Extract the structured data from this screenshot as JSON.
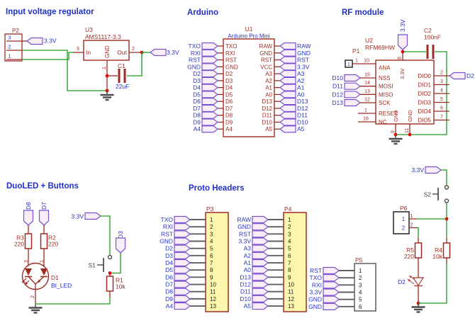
{
  "colors": {
    "title_blue": "#2030c8",
    "net_label_blue": "#2633c9",
    "symbol_maroon": "#9e2b23",
    "pin_text_maroon": "#9e2b23",
    "wire_green": "#1d9b1d",
    "junction_red": "#e00c0c",
    "flag_fill": "#f8eef7",
    "flag_stroke": "#7a52cf",
    "header_fill": "#fdf7ad",
    "gray_line": "#5f5f5f",
    "ground_gray": "#4c4c4c",
    "black_text": "#1c1c1c",
    "switch_dark": "#3d3d3d",
    "led2_red": "#b35148"
  },
  "titles": {
    "regulator": "Input voltage regulator",
    "arduino": "Arduino",
    "rf": "RF module",
    "duoled": "DuoLED + Buttons",
    "proto": "Proto Headers"
  },
  "regulator": {
    "connector": {
      "ref": "P2",
      "pin_numbers": [
        "3",
        "2",
        "1"
      ]
    },
    "flag_p2": "3.3V",
    "ic": {
      "ref": "U3",
      "value": "AMS1117-3.3",
      "pin_in": "In",
      "num_in": "3",
      "pin_gnd": "GND",
      "num_gnd": "1",
      "pin_out": "Out",
      "num_out": "2"
    },
    "flag_out": "3.3V",
    "cap": {
      "ref": "C1",
      "value": "22uF"
    }
  },
  "arduino": {
    "ic": {
      "ref": "U1",
      "value": "Arduino Pro Mini"
    },
    "left": [
      {
        "pin": "TXO",
        "flag": "TXO"
      },
      {
        "pin": "RXI",
        "flag": "RXI"
      },
      {
        "pin": "RST",
        "flag": "RST"
      },
      {
        "pin": "GND",
        "flag": "GND"
      },
      {
        "pin": "D2",
        "flag": "D2"
      },
      {
        "pin": "D3",
        "flag": "D3"
      },
      {
        "pin": "D4",
        "flag": "D4"
      },
      {
        "pin": "D5",
        "flag": "D5"
      },
      {
        "pin": "D6",
        "flag": "D6"
      },
      {
        "pin": "D7",
        "flag": "D7"
      },
      {
        "pin": "D8",
        "flag": "D8"
      },
      {
        "pin": "D9",
        "flag": "D9"
      },
      {
        "pin": "A4",
        "flag": "A4"
      }
    ],
    "right": [
      {
        "pin": "RAW",
        "flag": "RAW"
      },
      {
        "pin": "GND",
        "flag": "GND"
      },
      {
        "pin": "RST",
        "flag": "RST"
      },
      {
        "pin": "VCC",
        "flag": "3.3V"
      },
      {
        "pin": "A3",
        "flag": "A3"
      },
      {
        "pin": "A2",
        "flag": "A2"
      },
      {
        "pin": "A1",
        "flag": "A1"
      },
      {
        "pin": "A0",
        "flag": "A0"
      },
      {
        "pin": "D13",
        "flag": "D13"
      },
      {
        "pin": "D12",
        "flag": "D12"
      },
      {
        "pin": "D11",
        "flag": "D11"
      },
      {
        "pin": "D10",
        "flag": "D10"
      },
      {
        "pin": "A5",
        "flag": "A5"
      }
    ]
  },
  "rf": {
    "ic": {
      "ref": "U2",
      "value": "RFM69HW"
    },
    "ant": {
      "ref": "P1",
      "pad": "1",
      "pin_num": "1",
      "ana_num": "10",
      "ana_name": "ANA"
    },
    "supply": {
      "flag": "3.3V",
      "pin_num": "8",
      "pin_name": "3.3V"
    },
    "cap": {
      "ref": "C2",
      "value": "100nF"
    },
    "spi": [
      {
        "name": "NSS",
        "num": "15",
        "flag": "D10"
      },
      {
        "name": "MOSI",
        "num": "14",
        "flag": "D11"
      },
      {
        "name": "MISO",
        "num": "13",
        "flag": "D12"
      },
      {
        "name": "SCK",
        "num": "12",
        "flag": "D13"
      }
    ],
    "misc": [
      {
        "name": "RESET",
        "num": "1"
      },
      {
        "name": "NC",
        "num": "16"
      }
    ],
    "dio": [
      {
        "name": "DIO0",
        "num": "2",
        "flag": "D2"
      },
      {
        "name": "DIO1",
        "num": "3"
      },
      {
        "name": "DIO2",
        "num": "4"
      },
      {
        "name": "DIO3",
        "num": "5"
      },
      {
        "name": "DIO4",
        "num": "6"
      },
      {
        "name": "DIO5",
        "num": "7"
      }
    ],
    "gnd_pins": [
      {
        "name": "GND",
        "num": "9"
      },
      {
        "name": "GND",
        "num": "11"
      }
    ]
  },
  "duoled": {
    "flag_d8": "D8",
    "flag_d7": "D7",
    "r3": {
      "ref": "R3",
      "value": "220"
    },
    "r2": {
      "ref": "R2",
      "value": "220"
    },
    "led": {
      "ref": "D1",
      "value": "BI_LED",
      "pin_left": "3",
      "pin_right": "1",
      "pin_bottom": "2"
    },
    "flag_vcc": "3.3V",
    "switch": {
      "ref": "S1"
    },
    "flag_d3": "D3",
    "r1": {
      "ref": "R1",
      "value": "10k"
    }
  },
  "proto": {
    "p3": {
      "ref": "P3",
      "rows": [
        {
          "num": "1",
          "flag": "TXO"
        },
        {
          "num": "2",
          "flag": "RXI"
        },
        {
          "num": "3",
          "flag": "RST"
        },
        {
          "num": "4",
          "flag": "GND"
        },
        {
          "num": "5",
          "flag": "D2"
        },
        {
          "num": "6",
          "flag": "D3"
        },
        {
          "num": "7",
          "flag": "D4"
        },
        {
          "num": "8",
          "flag": "D5"
        },
        {
          "num": "9",
          "flag": "D6"
        },
        {
          "num": "10",
          "flag": "D7"
        },
        {
          "num": "11",
          "flag": "D8"
        },
        {
          "num": "12",
          "flag": "D9"
        },
        {
          "num": "13",
          "flag": "A4"
        }
      ]
    },
    "p4": {
      "ref": "P4",
      "rows": [
        {
          "num": "1",
          "flag": "RAW"
        },
        {
          "num": "2",
          "flag": "GND"
        },
        {
          "num": "3",
          "flag": "RST"
        },
        {
          "num": "4",
          "flag": "3.3V"
        },
        {
          "num": "5",
          "flag": "A3"
        },
        {
          "num": "6",
          "flag": "A2"
        },
        {
          "num": "7",
          "flag": "A1"
        },
        {
          "num": "8",
          "flag": "A0"
        },
        {
          "num": "9",
          "flag": "D13"
        },
        {
          "num": "10",
          "flag": "D12"
        },
        {
          "num": "11",
          "flag": "D11"
        },
        {
          "num": "12",
          "flag": "D10"
        },
        {
          "num": "13",
          "flag": "A5"
        }
      ]
    },
    "p5": {
      "ref": "P5",
      "rows": [
        {
          "num": "1",
          "flag": "RST"
        },
        {
          "num": "2",
          "flag": "TXO"
        },
        {
          "num": "3",
          "flag": "RXI"
        },
        {
          "num": "4",
          "flag": "3.3V"
        },
        {
          "num": "5",
          "flag": "GND"
        },
        {
          "num": "6",
          "flag": "GND"
        }
      ]
    }
  },
  "button2": {
    "flag_vcc": "3.3V",
    "switch": {
      "ref": "S2"
    },
    "p6": {
      "ref": "P6",
      "pins": [
        {
          "inner": "1",
          "num": "1"
        },
        {
          "inner": "2",
          "num": "2"
        }
      ]
    },
    "r5": {
      "ref": "R5",
      "value": "220"
    },
    "r4": {
      "ref": "R4",
      "value": "10k"
    },
    "led": {
      "ref": "D2"
    }
  }
}
